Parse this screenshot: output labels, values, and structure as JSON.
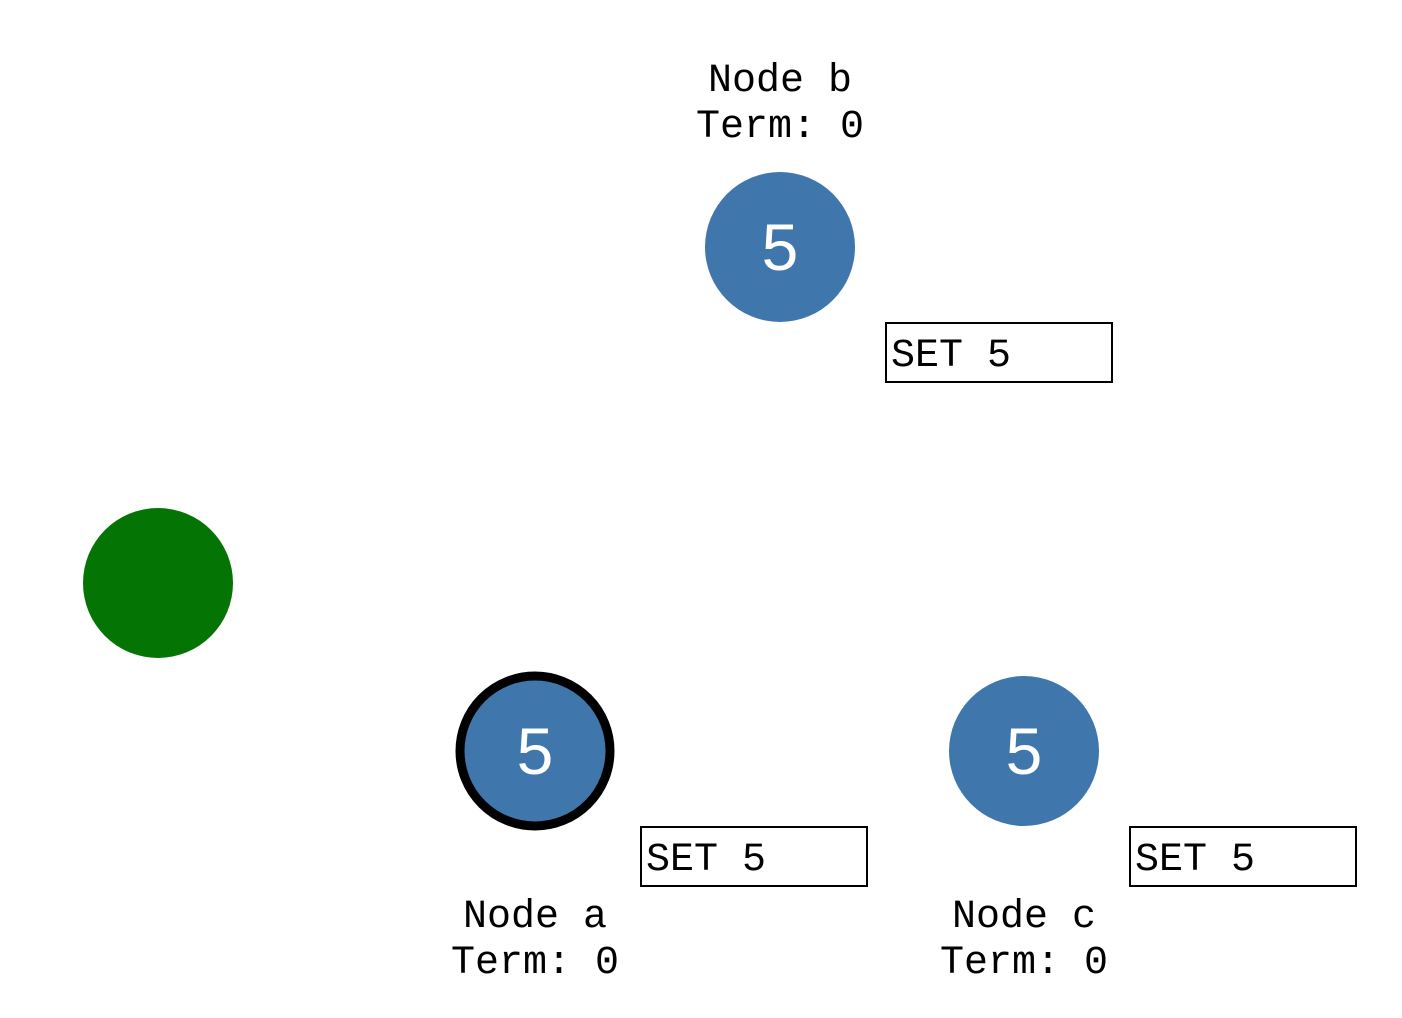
{
  "colors": {
    "node_fill": "#3f77ac",
    "leader_outline": "#000000",
    "client_fill": "#047404",
    "log_border": "#000000"
  },
  "client": {
    "icon": "client-circle"
  },
  "nodes": [
    {
      "id": "b",
      "name": "Node b",
      "term": "Term: 0",
      "value": "5",
      "is_leader": false,
      "log": [
        "SET 5"
      ]
    },
    {
      "id": "a",
      "name": "Node a",
      "term": "Term: 0",
      "value": "5",
      "is_leader": true,
      "log": [
        "SET 5"
      ]
    },
    {
      "id": "c",
      "name": "Node c",
      "term": "Term: 0",
      "value": "5",
      "is_leader": false,
      "log": [
        "SET 5"
      ]
    }
  ]
}
